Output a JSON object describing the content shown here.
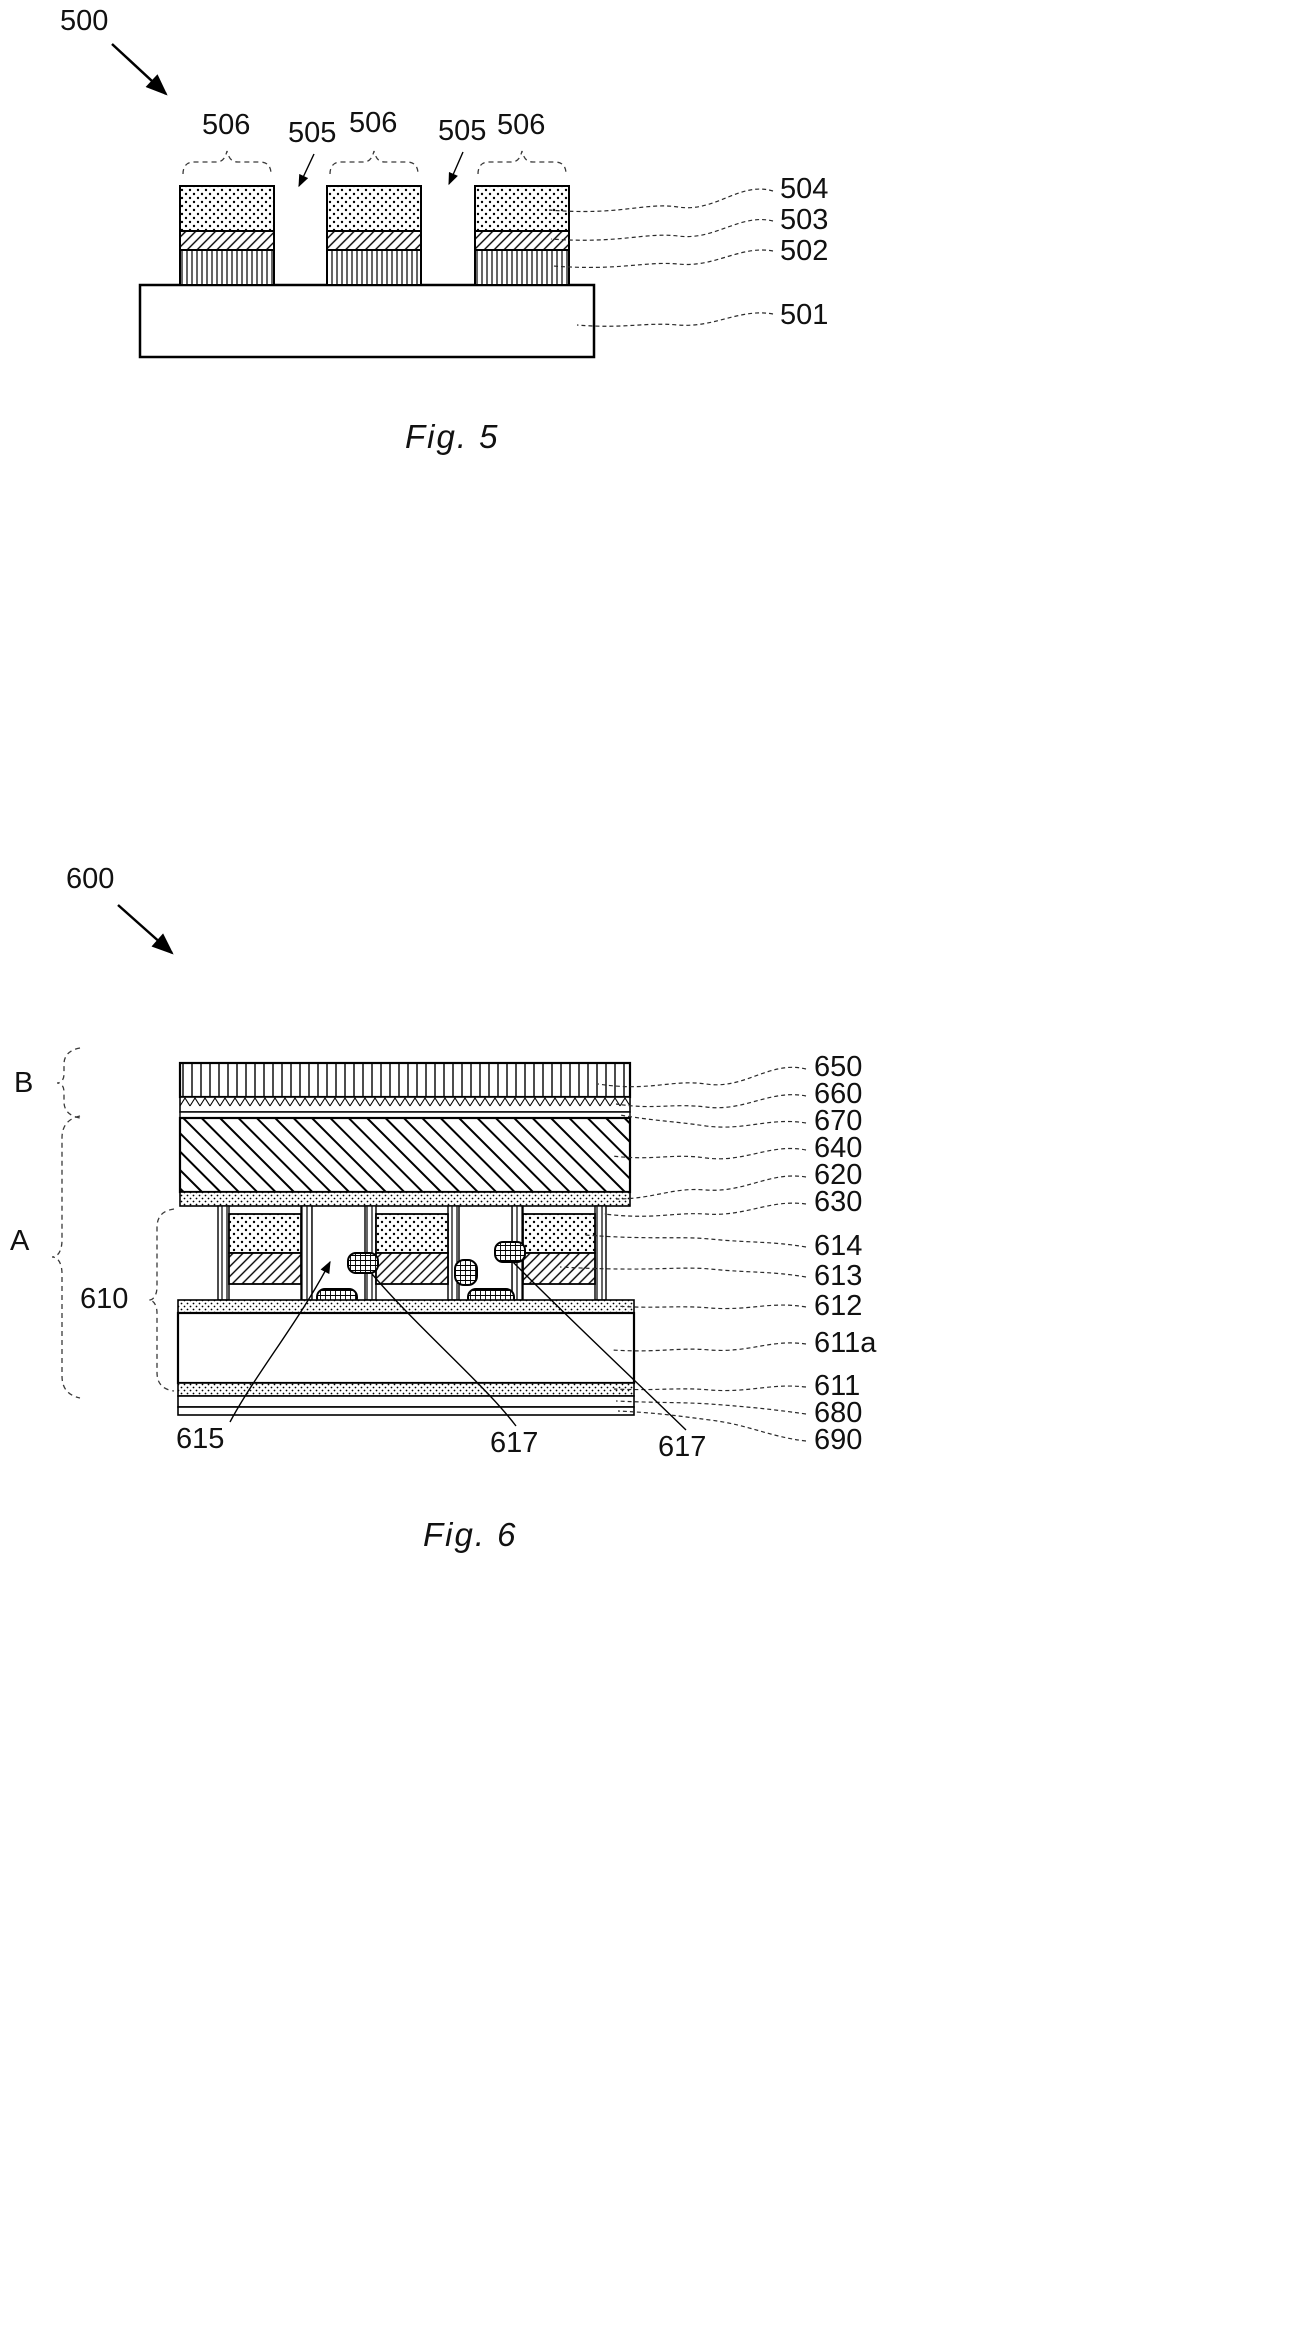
{
  "fig5": {
    "ref_label": "500",
    "caption": "Fig. 5",
    "top_labels": [
      "506",
      "505",
      "506",
      "505",
      "506"
    ],
    "right_labels": [
      "504",
      "503",
      "502",
      "501"
    ]
  },
  "fig6": {
    "ref_label": "600",
    "caption": "Fig. 6",
    "section_labels": [
      "B",
      "A",
      "610"
    ],
    "right_labels": [
      "650",
      "660",
      "670",
      "640",
      "620",
      "630",
      "614",
      "613",
      "612",
      "611a",
      "611",
      "680",
      "690"
    ],
    "bottom_labels": [
      "615",
      "617",
      "617"
    ]
  }
}
